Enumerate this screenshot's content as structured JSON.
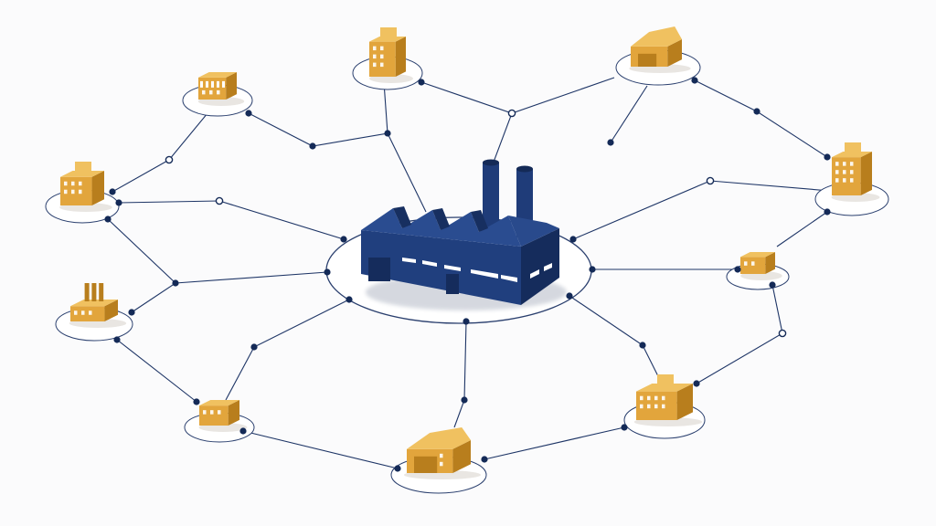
{
  "diagram": {
    "kind": "supply-network",
    "colors": {
      "hub": "#203f7e",
      "hub_dark": "#142a57",
      "hub_light": "#2f5296",
      "node": "#e2a53c",
      "node_light": "#f0c160",
      "node_dark": "#b87e1d",
      "link": "#1e3566",
      "ring": "#2a3f6e",
      "background": "#fbfbfc"
    },
    "hub": {
      "id": "central-factory",
      "icon": "factory-icon"
    },
    "nodes": [
      {
        "id": "office-tower-top",
        "icon": "office-building-icon"
      },
      {
        "id": "warehouse-top-right",
        "icon": "warehouse-icon"
      },
      {
        "id": "apartment-right",
        "icon": "apartment-building-icon"
      },
      {
        "id": "small-office-right",
        "icon": "small-office-icon"
      },
      {
        "id": "office-bottom-right",
        "icon": "office-building-icon"
      },
      {
        "id": "warehouse-bottom",
        "icon": "warehouse-icon"
      },
      {
        "id": "small-office-bottom-left",
        "icon": "small-office-icon"
      },
      {
        "id": "factory-left",
        "icon": "small-factory-icon"
      },
      {
        "id": "office-left",
        "icon": "office-building-icon"
      },
      {
        "id": "store-top-left",
        "icon": "store-icon"
      }
    ]
  }
}
